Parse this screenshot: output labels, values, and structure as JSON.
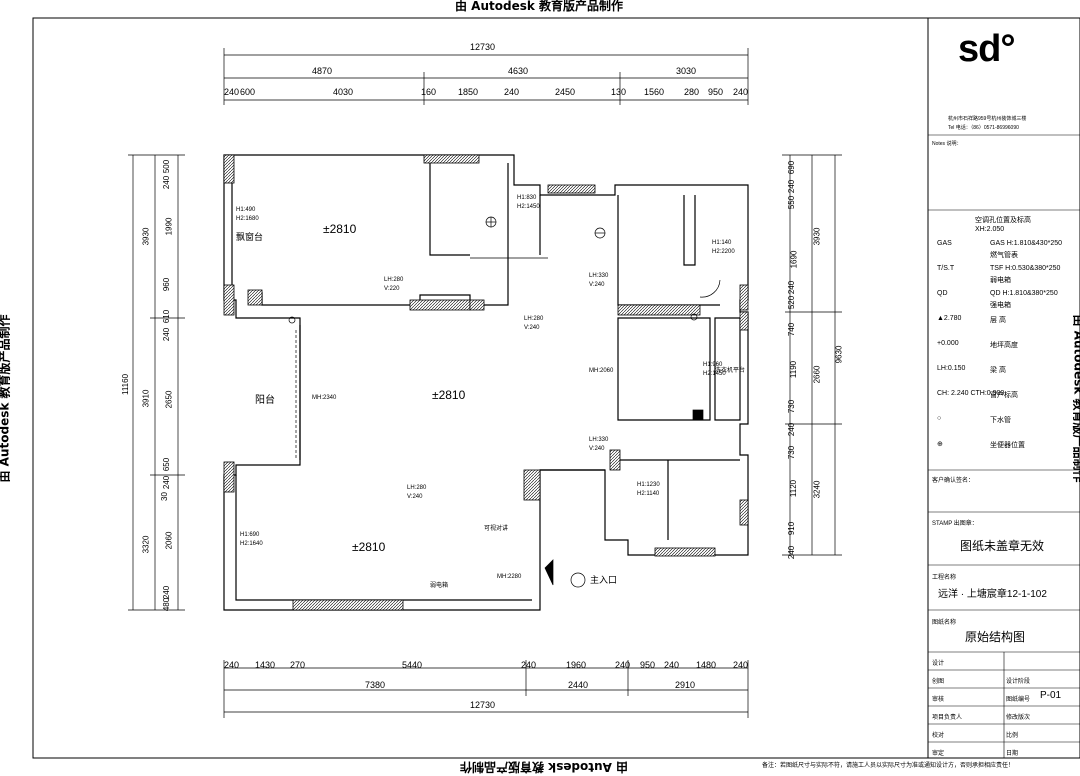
{
  "watermark": "由 Autodesk 教育版产品制作",
  "dims": {
    "top_total": "12730",
    "top_mid": [
      "4870",
      "4630",
      "3030"
    ],
    "top_detail": [
      "240",
      "600",
      "4030",
      "160",
      "1850",
      "240",
      "2450",
      "130",
      "1560",
      "280",
      "950",
      "240"
    ],
    "bottom_detail": [
      "240",
      "1430",
      "270",
      "5440",
      "240",
      "1960",
      "240",
      "950",
      "240",
      "1480",
      "240"
    ],
    "bottom_mid": [
      "7380",
      "2440",
      "2910"
    ],
    "bottom_total": "12730",
    "left_detail": [
      "500",
      "240",
      "1990",
      "960",
      "610",
      "240",
      "2650",
      "650",
      "240",
      "30",
      "2060",
      "240",
      "480"
    ],
    "left_mid": [
      "3930",
      "3910",
      "3320"
    ],
    "left_total": "11160",
    "right_detail": [
      "690",
      "240",
      "550",
      "1690",
      "240",
      "520",
      "740",
      "1190",
      "730",
      "240",
      "730",
      "1120",
      "910",
      "240"
    ],
    "right_mid": [
      "3930",
      "2660",
      "3240"
    ],
    "right_total": "9630"
  },
  "rooms": {
    "level": "±2810",
    "bay_window": "飘窗台",
    "balcony": "阳台",
    "entrance": "主入口",
    "notes": [
      "H1:490",
      "H2:1680",
      "H1:830",
      "H2:1450",
      "H1:140",
      "H2:2200",
      "H1:960",
      "H2:1450",
      "H1:1230",
      "H2:1140",
      "H1:690",
      "H2:1640",
      "LH:280",
      "V:220",
      "LH:330",
      "V:240",
      "LH:280",
      "V:240",
      "LH:330",
      "V:240",
      "LH:280",
      "V:240",
      "MH:2340",
      "MH:2060",
      "MH:2280",
      "弱电箱",
      "可视对讲",
      "洗衣机平台"
    ]
  },
  "titleblock": {
    "logo": "sd°",
    "address": "杭州市石祥路959号杭州装饰城三楼",
    "tel": "Tel 电话：（86）0571-86996090",
    "notes_title": "Notes 说明：",
    "legend_title": "空调孔位置及标高",
    "legend_sub": "XH:2.050",
    "legend": [
      {
        "sym": "GAS",
        "text": "GAS H:1.810&430*250",
        "sub": "燃气管表"
      },
      {
        "sym": "T/S.T",
        "text": "TSF H:0.530&380*250",
        "sub": "弱电箱"
      },
      {
        "sym": "QD",
        "text": "QD H:1.810&380*250",
        "sub": "强电箱"
      },
      {
        "sym": "▲2.780",
        "text": "层 高"
      },
      {
        "sym": "+0.000",
        "text": "地坪高度"
      },
      {
        "sym": "LH:0.150",
        "text": "梁 高"
      },
      {
        "sym": "CH: 2.240\nCTH:0.900",
        "text": "窗户标高"
      },
      {
        "sym": "○",
        "text": "下水管"
      },
      {
        "sym": "⊕",
        "text": "坐便器位置"
      }
    ],
    "client_label": "客户确认签名：",
    "stamp_label": "STAMP 出图章：",
    "stamp_text": "图纸未盖章无效",
    "project_label": "工程名称",
    "project": "远洋 · 上塘宸章12-1-102",
    "drawing_label": "图纸名称",
    "drawing": "原始结构图",
    "cells": [
      "设计",
      "创图",
      "审核",
      "项目负责人",
      "校对",
      "审定"
    ],
    "cells_right": [
      "设计阶段",
      "图纸编号",
      "修改版次",
      "比例",
      "日期"
    ],
    "drawing_no": "P-01",
    "footer": "备注：若图纸尺寸与实际不符，请施工人员以实际尺寸为准或通知设计方，否则承担相应责任！"
  }
}
